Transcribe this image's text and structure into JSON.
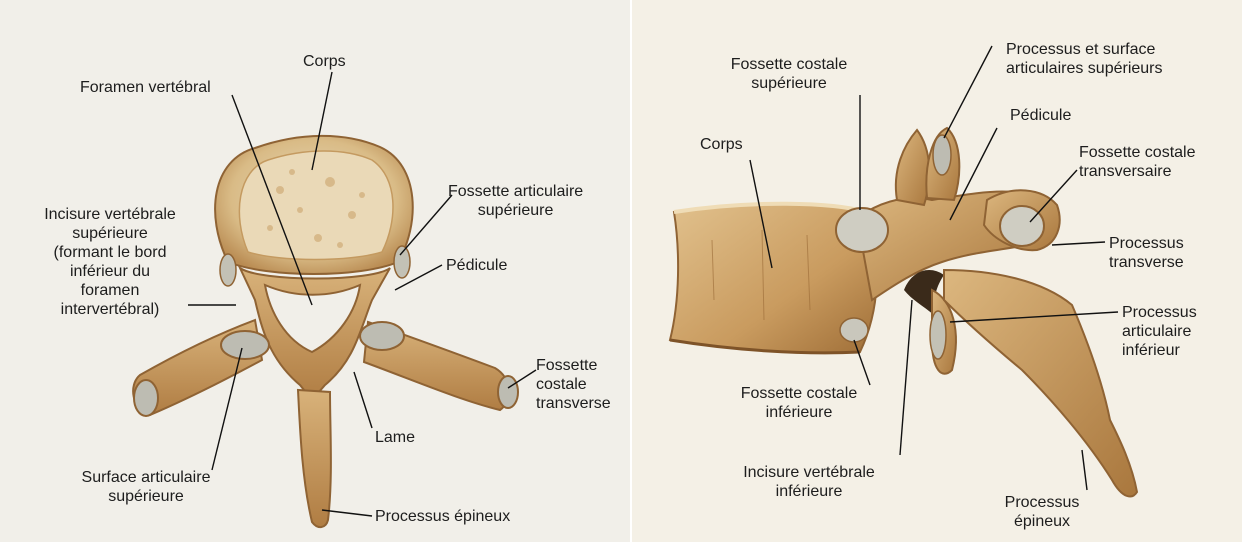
{
  "superior_view": {
    "labels": {
      "corps": "Corps",
      "foramen_vertebral": "Foramen vertébral",
      "incisure": [
        "Incisure vertébrale",
        "supérieure",
        "(formant le bord",
        "inférieur du",
        "foramen",
        "intervertébral)"
      ],
      "fossette_articulaire": [
        "Fossette articulaire",
        "supérieure"
      ],
      "pedicule": "Pédicule",
      "fossette_costale_transverse": [
        "Fossette",
        "costale",
        "transverse"
      ],
      "lame": "Lame",
      "surface_articulaire": [
        "Surface articulaire",
        "supérieure"
      ],
      "processus_epineux": "Processus épineux"
    }
  },
  "lateral_view": {
    "labels": {
      "fossette_costale_superieure": [
        "Fossette costale",
        "supérieure"
      ],
      "processus_surface": [
        "Processus et surface",
        "articulaires supérieurs"
      ],
      "pedicule": "Pédicule",
      "corps": "Corps",
      "fossette_costale_transversaire": [
        "Fossette costale",
        "transversaire"
      ],
      "processus_transverse": [
        "Processus",
        "transverse"
      ],
      "processus_articulaire_inferieur": [
        "Processus",
        "articulaire",
        "inférieur"
      ],
      "fossette_costale_inferieure": [
        "Fossette costale",
        "inférieure"
      ],
      "incisure_inferieure": [
        "Incisure vertébrale",
        "inférieure"
      ],
      "processus_epineux": [
        "Processus",
        "épineux"
      ]
    }
  },
  "colors": {
    "bone": "#c9a067",
    "bone_light": "#e6cfa3",
    "bone_dark": "#8f6334",
    "facet": "#bdbcb2",
    "cancellous": "#e9dcc0"
  }
}
